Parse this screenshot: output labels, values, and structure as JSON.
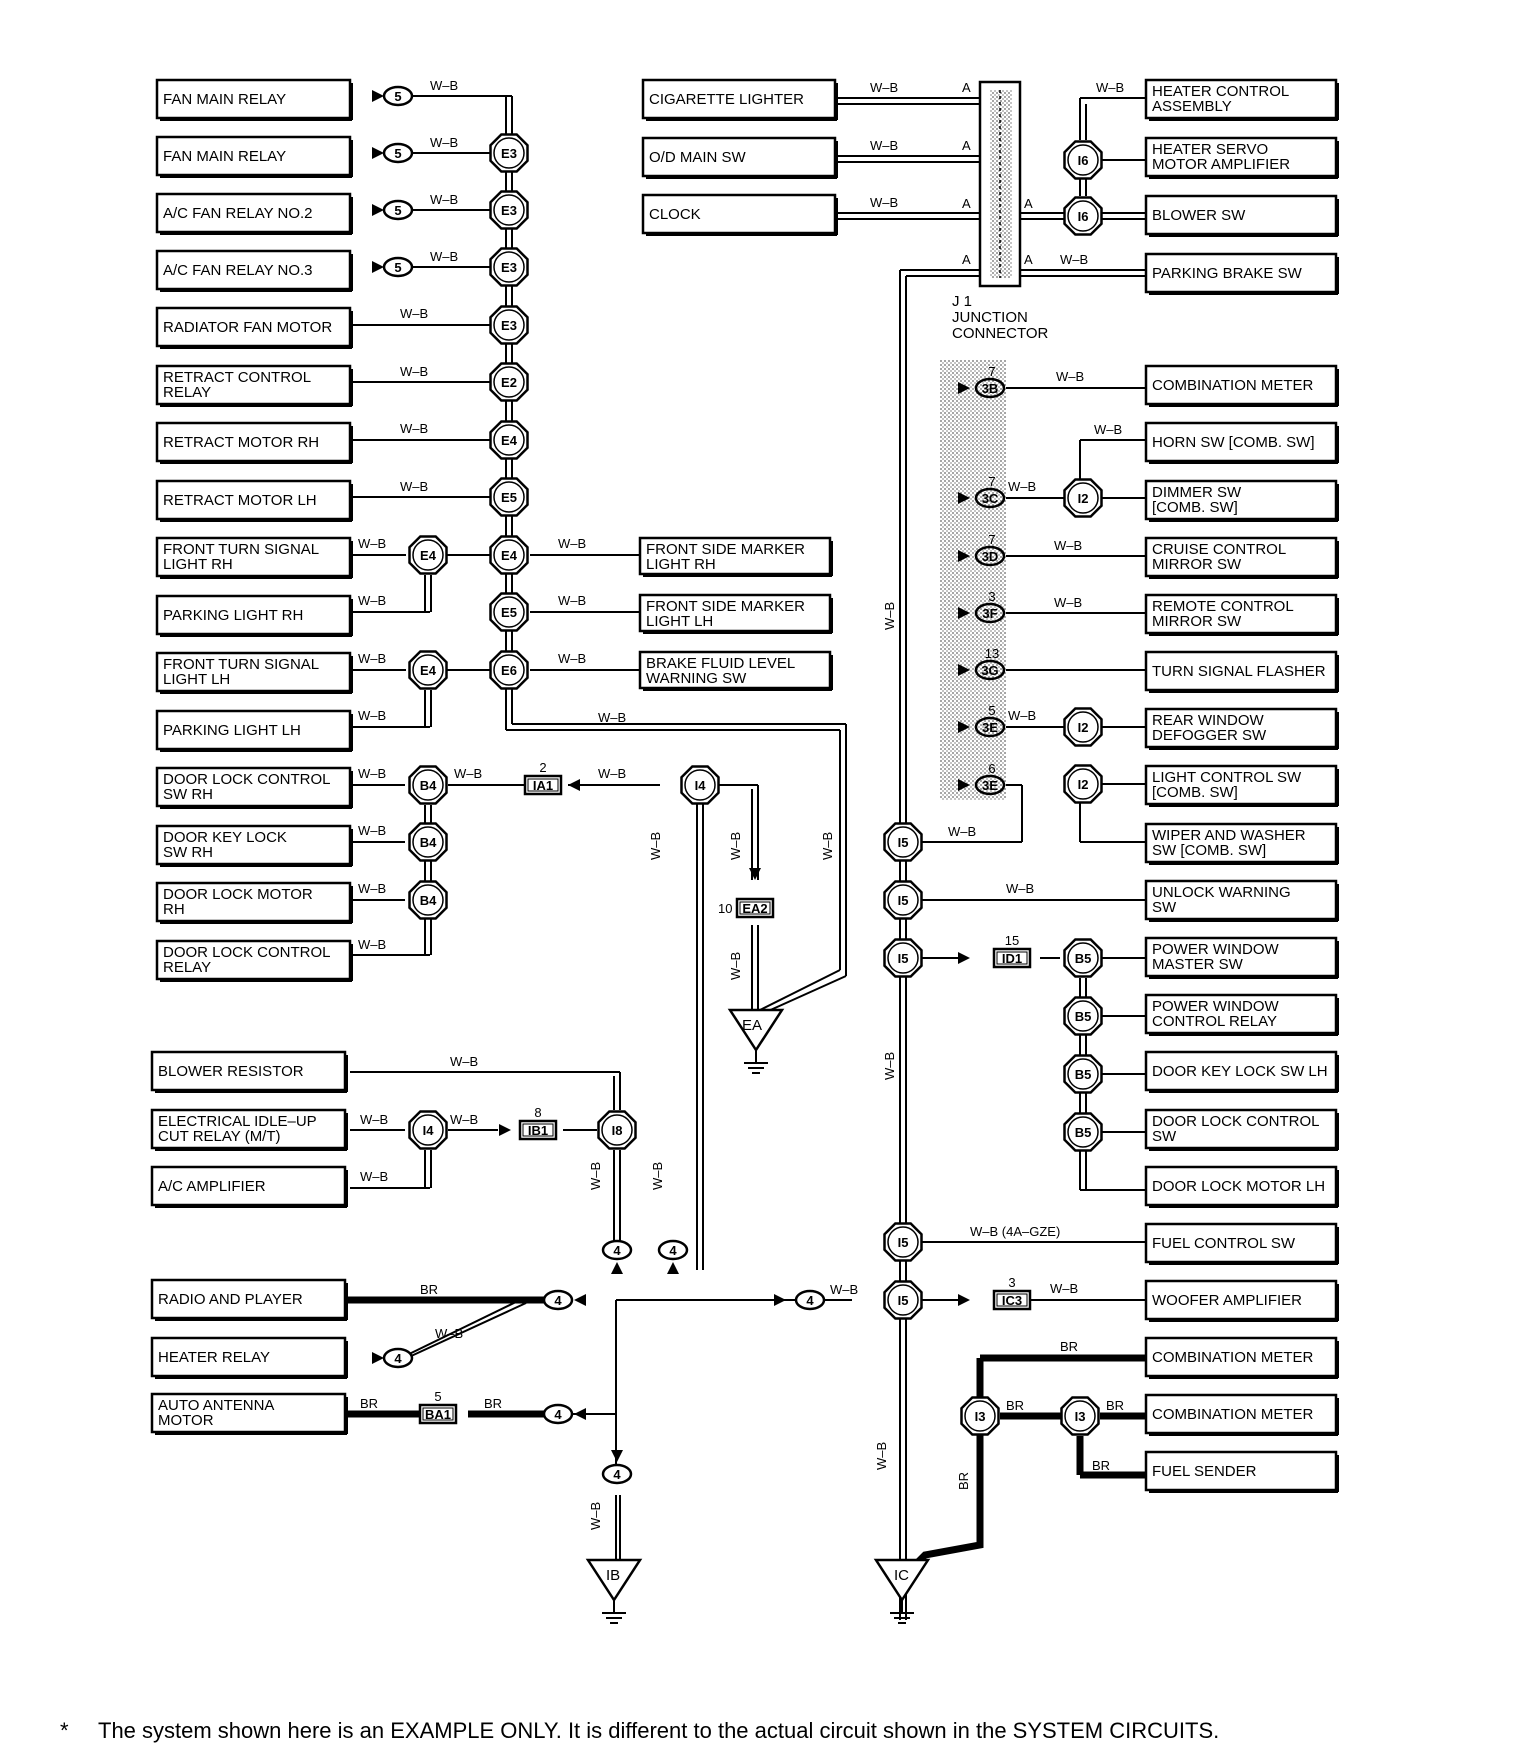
{
  "wire_codes": {
    "wb": "W–B",
    "br": "BR",
    "wb_4agze": "W–B    (4A–GZE)"
  },
  "junction": {
    "id": "J 1",
    "line2": "JUNCTION",
    "line3": "CONNECTOR",
    "pin": "A"
  },
  "left_boxes": [
    [
      "FAN MAIN RELAY"
    ],
    [
      "FAN MAIN RELAY"
    ],
    [
      "A/C FAN RELAY NO.2"
    ],
    [
      "A/C FAN RELAY NO.3"
    ],
    [
      "RADIATOR FAN MOTOR"
    ],
    [
      "RETRACT CONTROL",
      "RELAY"
    ],
    [
      "RETRACT MOTOR RH"
    ],
    [
      "RETRACT MOTOR LH"
    ],
    [
      "FRONT TURN SIGNAL",
      " LIGHT RH"
    ],
    [
      "PARKING LIGHT RH"
    ],
    [
      "FRONT TURN SIGNAL",
      "LIGHT LH"
    ],
    [
      "PARKING LIGHT LH"
    ],
    [
      "DOOR LOCK CONTROL",
      "SW RH"
    ],
    [
      "DOOR KEY LOCK",
      "SW RH"
    ],
    [
      "DOOR LOCK MOTOR",
      "RH"
    ],
    [
      "DOOR LOCK CONTROL",
      "RELAY"
    ]
  ],
  "mid_boxes": [
    [
      "CIGARETTE LIGHTER"
    ],
    [
      "O/D MAIN SW"
    ],
    [
      "CLOCK"
    ],
    [
      "FRONT SIDE MARKER",
      "LIGHT RH"
    ],
    [
      "FRONT SIDE MARKER",
      "LIGHT LH"
    ],
    [
      "BRAKE FLUID LEVEL",
      "WARNING SW"
    ]
  ],
  "right_boxes": [
    [
      "HEATER CONTROL",
      "ASSEMBLY"
    ],
    [
      "HEATER SERVO",
      "MOTOR AMPLIFIER"
    ],
    [
      "BLOWER SW"
    ],
    [
      "PARKING BRAKE SW"
    ],
    [
      "COMBINATION METER"
    ],
    [
      "HORN SW [COMB. SW]"
    ],
    [
      "DIMMER SW",
      "[COMB. SW]"
    ],
    [
      "CRUISE CONTROL",
      "MIRROR SW"
    ],
    [
      "REMOTE CONTROL",
      "MIRROR SW"
    ],
    [
      "TURN SIGNAL FLASHER"
    ],
    [
      "REAR WINDOW",
      "DEFOGGER SW"
    ],
    [
      "LIGHT CONTROL SW",
      "[COMB. SW]"
    ],
    [
      "WIPER AND WASHER",
      "SW [COMB. SW]"
    ],
    [
      " UNLOCK WARNING",
      " SW"
    ],
    [
      "POWER WINDOW",
      "MASTER SW"
    ],
    [
      "POWER WINDOW",
      "CONTROL RELAY"
    ],
    [
      "DOOR KEY LOCK SW LH"
    ],
    [
      "DOOR LOCK CONTROL",
      " SW"
    ],
    [
      "DOOR LOCK MOTOR LH"
    ],
    [
      "FUEL CONTROL SW"
    ],
    [
      "WOOFER AMPLIFIER"
    ],
    [
      "COMBINATION METER"
    ],
    [
      "COMBINATION METER"
    ],
    [
      "FUEL SENDER"
    ]
  ],
  "lower_left_boxes": [
    [
      "BLOWER RESISTOR"
    ],
    [
      "ELECTRICAL IDLE–UP",
      "CUT RELAY (M/T)"
    ],
    [
      "A/C AMPLIFIER"
    ],
    [
      "RADIO AND PLAYER"
    ],
    [
      "HEATER RELAY"
    ],
    [
      "AUTO ANTENNA",
      "MOTOR"
    ]
  ],
  "connectors": {
    "c5": "5",
    "e2": "E2",
    "e3": "E3",
    "e4": "E4",
    "e5": "E5",
    "e6": "E6",
    "b4": "B4",
    "b5": "B5",
    "i12": "I2",
    "i13": "I3",
    "i14": "I4",
    "i15": "I5",
    "i16": "I6",
    "i18": "I8",
    "c4": "4",
    "s3b": "3B",
    "s3c": "3C",
    "s3d": "3D",
    "s3f": "3F",
    "s3g": "3G",
    "s3e": "3E"
  },
  "pin_numbers": {
    "p7": "7",
    "p3": "3",
    "p13": "13",
    "p5": "5",
    "p6": "6",
    "p2": "2",
    "p10": "10",
    "p8": "8",
    "p15": "15"
  },
  "splices": {
    "ia1": "IA1",
    "ea2": "EA2",
    "ib1": "IB1",
    "id1": "ID1",
    "ic3": "IC3",
    "ba1": "BA1"
  },
  "grounds": {
    "ea": "EA",
    "ib": "IB",
    "ic": "IC"
  },
  "footer": {
    "star": "*",
    "note": "The system shown here is an EXAMPLE ONLY. It is different to the actual circuit shown in the SYSTEM CIRCUITS."
  }
}
